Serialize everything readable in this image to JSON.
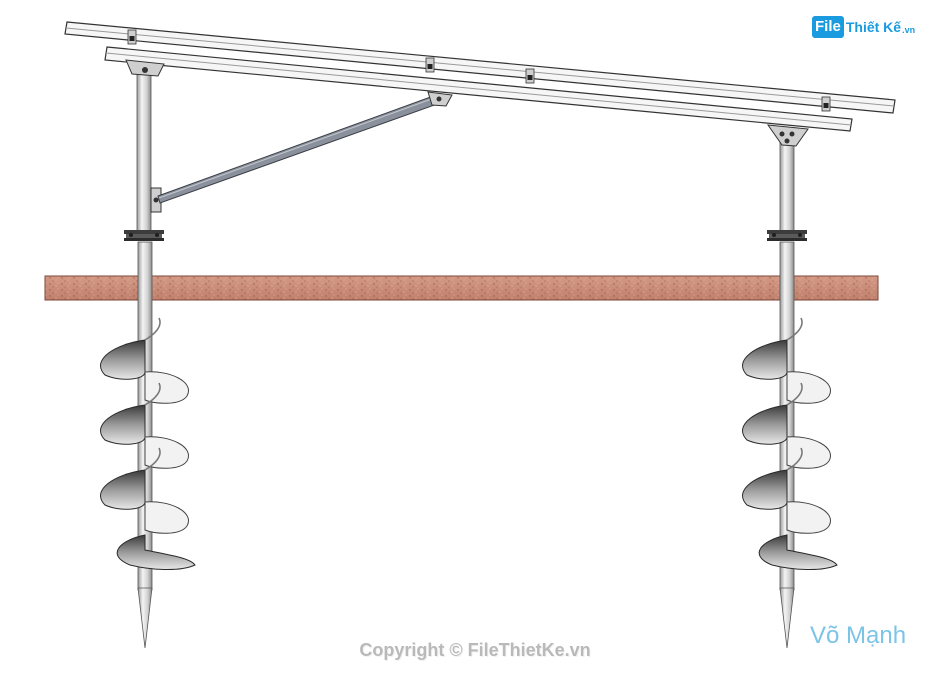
{
  "watermark_logo": {
    "box": "File",
    "main": "Thiết Kế",
    "tld": ".vn"
  },
  "copyright": "Copyright © FileThietKe.vn",
  "author": "Võ Mạnh",
  "colors": {
    "ground": "#c98b76",
    "ground_dark": "#a86a58",
    "steel": "#e6e6e6",
    "steel_dark": "#8f8f8f",
    "brace": "#6e7480",
    "accent": "#1a9be0",
    "author": "#7bc4e6"
  }
}
